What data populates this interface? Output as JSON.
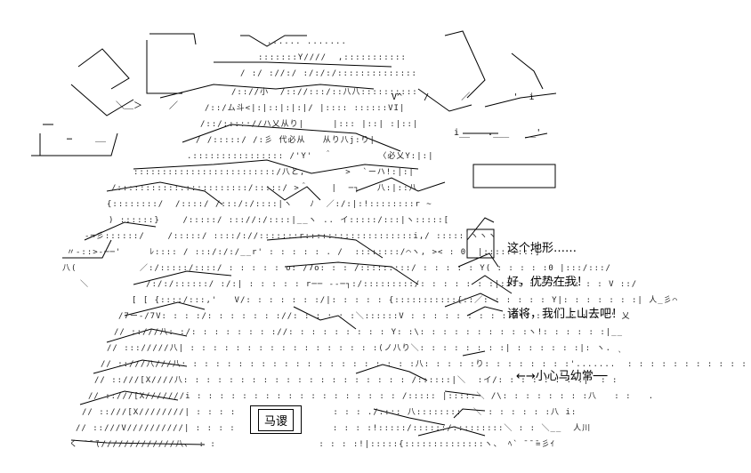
{
  "captions": {
    "terrain": "这个地形……",
    "good_momentum": "好，优势在我！",
    "generals": "诸将，我们上山去吧！",
    "warning": "←→小心马幼常──"
  },
  "sign": {
    "label": "马谡"
  }
}
